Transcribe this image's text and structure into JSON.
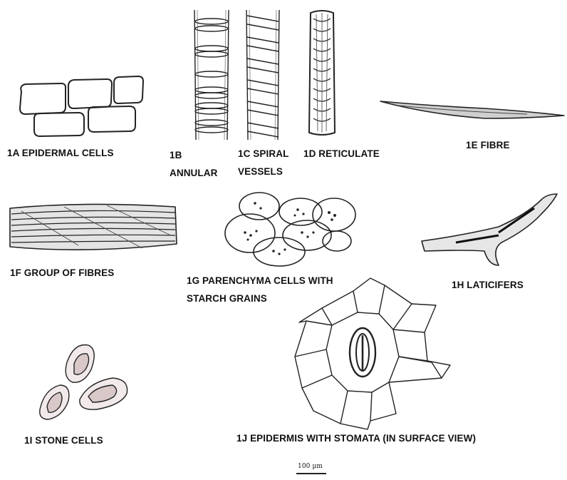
{
  "labels": {
    "epidermal": "1A EPIDERMAL CELLS",
    "annular_1": "1B",
    "annular_2": "ANNULAR",
    "spiral_1": "1C SPIRAL",
    "spiral_2": "VESSELS",
    "reticulate": "1D RETICULATE",
    "fibre": "1E FIBRE",
    "fibre_group": "1F GROUP OF FIBRES",
    "parenchyma_1": "1G PARENCHYMA CELLS WITH",
    "parenchyma_2": "STARCH GRAINS",
    "laticifers": "1H LATICIFERS",
    "stone": "1I STONE CELLS",
    "stomata": "1J EPIDERMIS WITH STOMATA (IN SURFACE VIEW)"
  },
  "scale_bar": {
    "label": "100 µm"
  }
}
